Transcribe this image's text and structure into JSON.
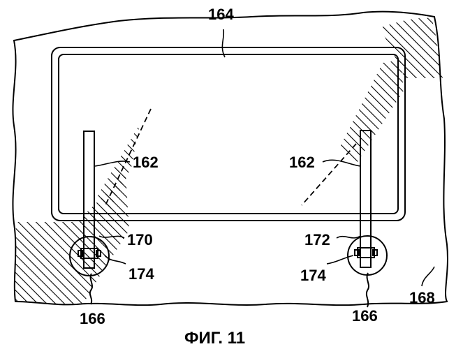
{
  "labels": {
    "panel": "164",
    "post_left": "162",
    "post_right": "162",
    "connector_left": "170",
    "connector_right": "172",
    "pin_left": "174",
    "pin_right": "174",
    "lead_left": "166",
    "lead_right": "166",
    "substrate": "168"
  },
  "caption": "ФИГ. 11"
}
